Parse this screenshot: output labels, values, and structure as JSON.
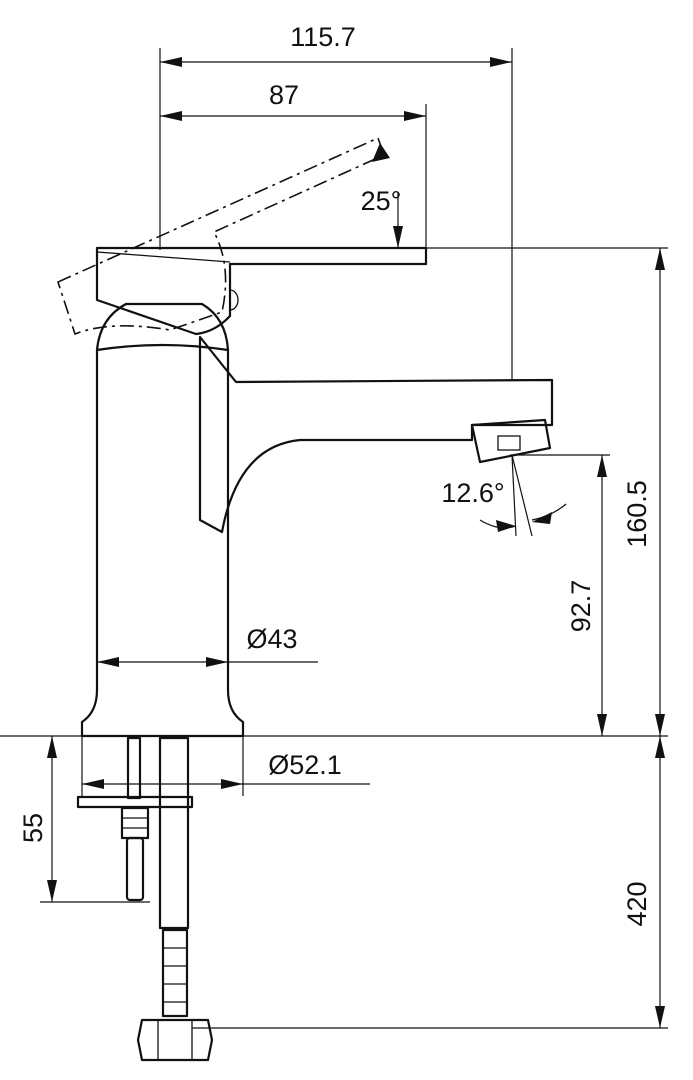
{
  "dimensions": {
    "width_total": "115.7",
    "lever_reach": "87",
    "lever_angle": "25°",
    "spout_angle": "12.6°",
    "total_height": "160.5",
    "spout_height": "92.7",
    "body_diameter": "Ø43",
    "base_diameter": "Ø52.1",
    "shank_length": "55",
    "hose_length": "420"
  }
}
